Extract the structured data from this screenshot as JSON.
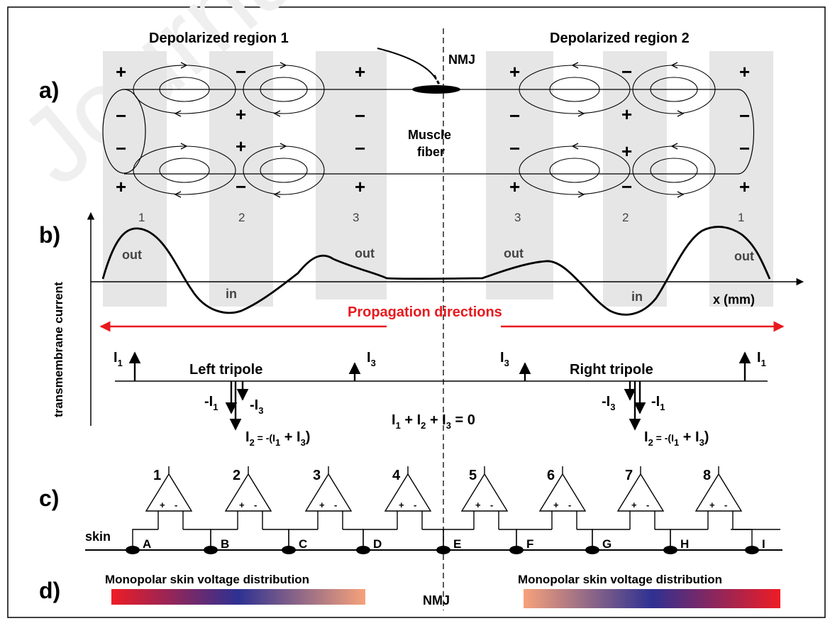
{
  "watermark": "Journal",
  "panel_labels": {
    "a": "a)",
    "b": "b)",
    "c": "c)",
    "d": "d)"
  },
  "panel_a": {
    "region_left": "Depolarized region 1",
    "region_right": "Depolarized region 2",
    "nmj": "NMJ",
    "muscle_line1": "Muscle",
    "muscle_line2": "fiber",
    "plus": "+",
    "minus": "−",
    "zone_left": [
      "1",
      "2",
      "3"
    ],
    "zone_right": [
      "3",
      "2",
      "1"
    ]
  },
  "panel_b": {
    "y_axis": "transmembrane current",
    "x_axis": "x (mm)",
    "out": "out",
    "in": "in",
    "propagation": "Propagation directions",
    "left_tripole": "Left tripole",
    "right_tripole": "Right tripole",
    "I1": "I",
    "I1_sub": "1",
    "I3": "I",
    "I3_sub": "3",
    "neg_I1": "-I",
    "neg_I3": "-I",
    "I2_left": "I",
    "I2_sub": "2",
    "I2_expr": " = -(I",
    "I2_expr_sub1": "1",
    "I2_expr_plus": " + I",
    "I2_expr_sub3": "3",
    "I2_expr_end": ")",
    "sum_eq": [
      "I",
      "1",
      " + I",
      "2",
      " + I",
      "3",
      " = 0"
    ]
  },
  "panel_c": {
    "amplifiers": [
      "1",
      "2",
      "3",
      "4",
      "5",
      "6",
      "7",
      "8"
    ],
    "plus": "+",
    "minus": "-",
    "skin": "skin",
    "electrodes": [
      "A",
      "B",
      "C",
      "D",
      "E",
      "F",
      "G",
      "H",
      "I"
    ]
  },
  "panel_d": {
    "left_label": "Monopolar  skin voltage distribution",
    "right_label": "Monopolar  skin voltage distribution",
    "nmj": "NMJ"
  },
  "colors": {
    "grey_band": "#e6e6e6",
    "red_arrow": "#e8191e",
    "propagation_text": "#e8191e",
    "gradient_red": "#ee1c25",
    "gradient_blue": "#2e3192",
    "gradient_peach": "#f7a27b"
  }
}
